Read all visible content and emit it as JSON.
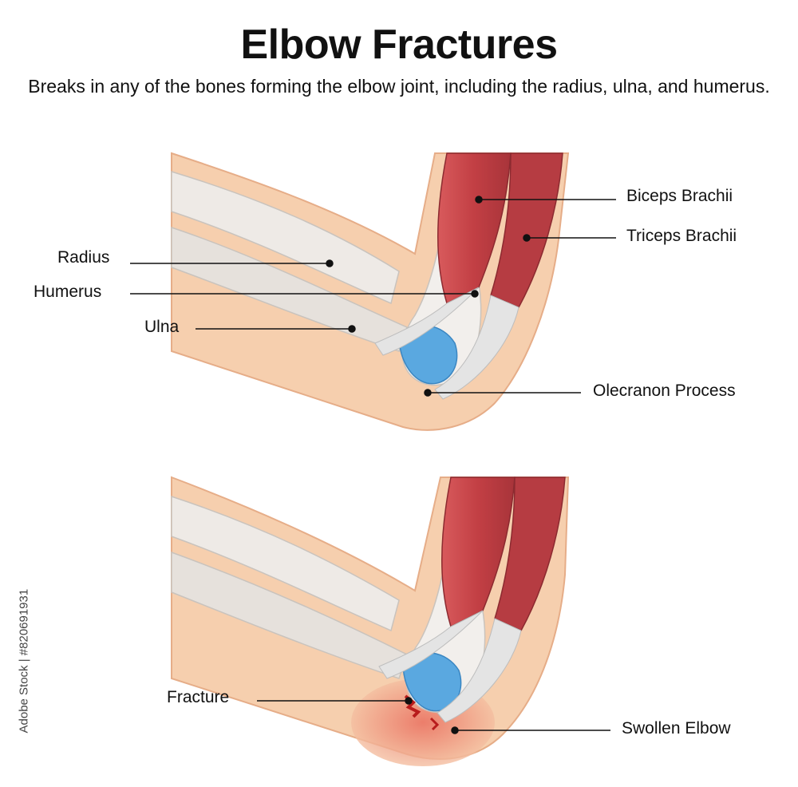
{
  "header": {
    "title": "Elbow Fractures",
    "subtitle": "Breaks in any of the bones forming the elbow joint, including the radius, ulna, and humerus."
  },
  "top_diagram": {
    "labels": {
      "radius": "Radius",
      "humerus": "Humerus",
      "ulna": "Ulna",
      "biceps": "Biceps Brachii",
      "triceps": "Triceps Brachii",
      "olecranon": "Olecranon Process"
    }
  },
  "bottom_diagram": {
    "labels": {
      "fracture": "Fracture",
      "swollen": "Swollen Elbow"
    }
  },
  "watermark": {
    "stock_id": "Adobe Stock | #820691931"
  },
  "colors": {
    "skin": "#f6cfae",
    "skin_edge": "#e6ad88",
    "bone": "#eeeae6",
    "muscle": "#c9484b",
    "tendon": "#e4e4e4",
    "ligament": "#5aa8e0",
    "swelling": "#ef8d7c"
  }
}
